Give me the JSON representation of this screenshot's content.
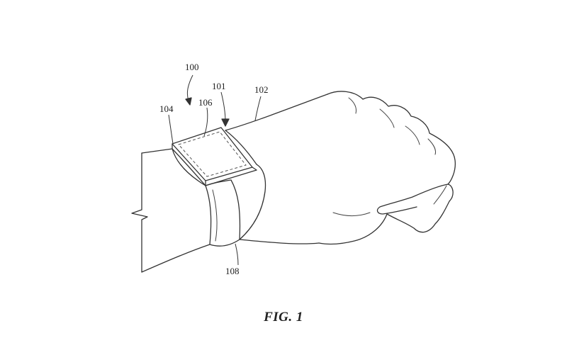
{
  "figure": {
    "caption": "FIG. 1",
    "reference_numerals": {
      "device": "100",
      "housing": "101",
      "wrist": "102",
      "housing_edge": "104",
      "display": "106",
      "band": "108"
    }
  },
  "colors": {
    "ink": "#333333",
    "background": "#ffffff"
  }
}
